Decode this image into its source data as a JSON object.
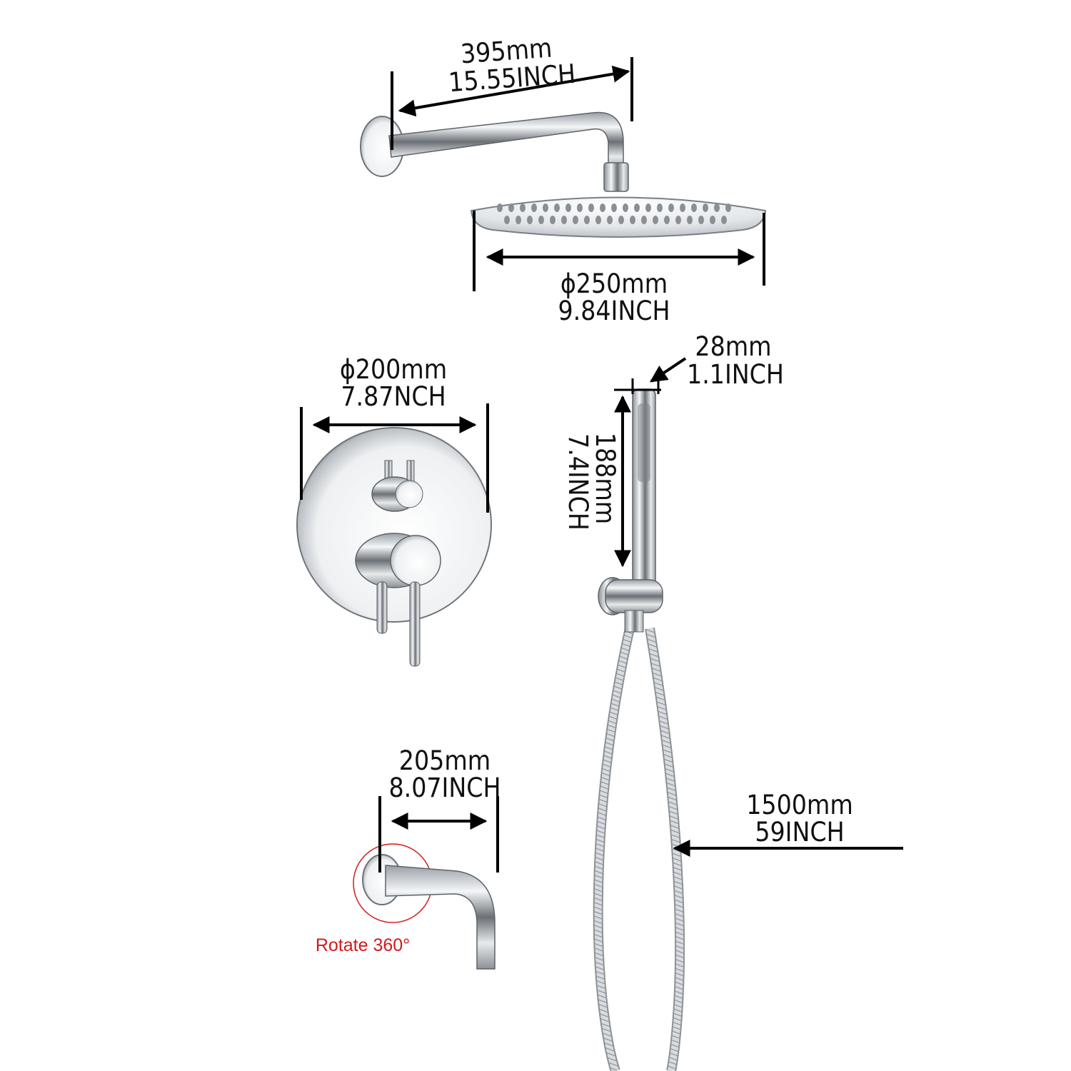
{
  "title": "",
  "arm": {
    "length_mm": "395mm",
    "length_inch": "15.55INCH"
  },
  "rain_head": {
    "diameter_mm": "ϕ250mm",
    "diameter_inch": "9.84INCH"
  },
  "valve_plate": {
    "diameter_mm": "ϕ200mm",
    "diameter_inch": "7.87NCH"
  },
  "hand_shower": {
    "diameter_mm": "28mm",
    "diameter_inch": "1.1INCH",
    "length_mm": "188mm",
    "length_inch": "7.4INCH"
  },
  "hose": {
    "length_mm": "1500mm",
    "length_inch": "59INCH"
  },
  "tub_spout": {
    "length_mm": "205mm",
    "length_inch": "8.07INCH",
    "rotate_note": "Rotate 360°"
  },
  "colors": {
    "chrome": "#c8ccd1",
    "dim_line": "#000000",
    "note": "#d21a1a"
  }
}
